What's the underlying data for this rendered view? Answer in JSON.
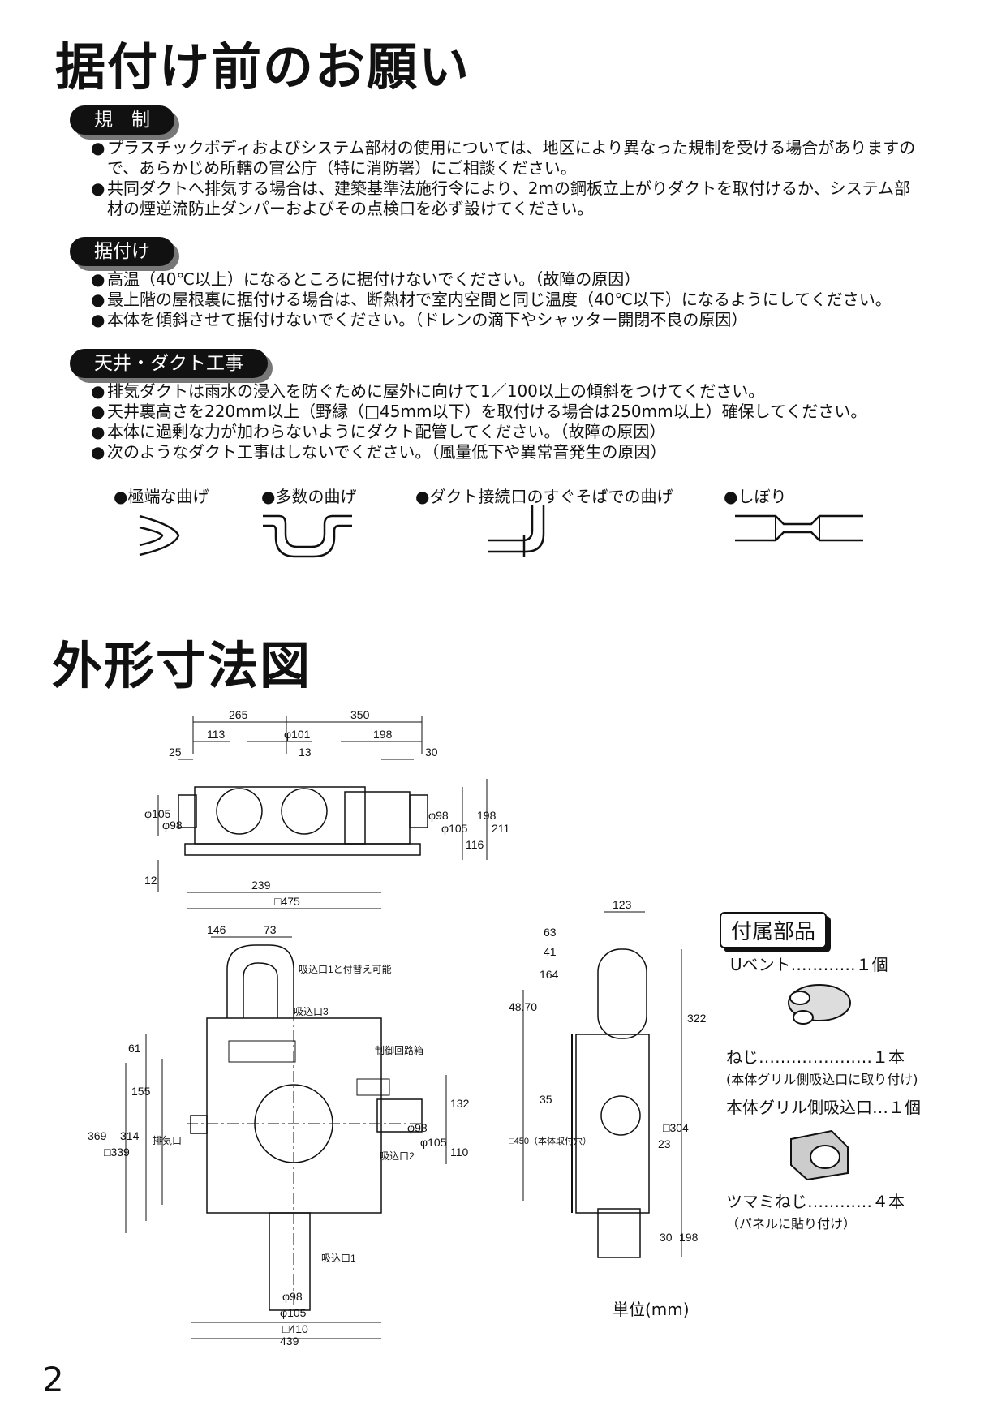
{
  "section1": {
    "title": "据付け前のお願い",
    "regulation": {
      "label": "規　制",
      "items": [
        {
          "line1": "プラスチックボディおよびシステム部材の使用については、地区により異なった規制を受ける場合がありますの",
          "line2": "で、あらかじめ所轄の官公庁（特に消防署）にご相談ください。"
        },
        {
          "line1": "共同ダクトへ排気する場合は、建築基準法施行令により、2mの鋼板立上がりダクトを取付けるか、システム部",
          "line2": "材の煙逆流防止ダンパーおよびその点検口を必ず設けてください。"
        }
      ]
    },
    "install": {
      "label": "据付け",
      "items": [
        "高温（40℃以上）になるところに据付けないでください。（故障の原因）",
        "最上階の屋根裏に据付ける場合は、断熱材で室内空間と同じ温度（40℃以下）になるようにしてください。",
        "本体を傾斜させて据付けないでください。（ドレンの滴下やシャッター開閉不良の原因）"
      ]
    },
    "duct": {
      "label": "天井・ダクト工事",
      "items": [
        "排気ダクトは雨水の浸入を防ぐために屋外に向けて1／100以上の傾斜をつけてください。",
        "天井裏高さを220mm以上（野縁（□45mm以下）を取付ける場合は250mm以上）確保してください。",
        "本体に過剰な力が加わらないようにダクト配管してください。（故障の原因）",
        "次のようなダクト工事はしないでください。（風量低下や異常音発生の原因）"
      ],
      "figures": [
        "●極端な曲げ",
        "●多数の曲げ",
        "●ダクト接続口のすぐそばでの曲げ",
        "●しぼり"
      ]
    }
  },
  "section2": {
    "title": "外形寸法図",
    "unit": "単位(mm)",
    "top_dims": [
      "265",
      "350",
      "113",
      "φ101",
      "198",
      "25",
      "13",
      "30",
      "φ105",
      "φ98",
      "φ98",
      "φ105",
      "116",
      "198",
      "211",
      "12",
      "239",
      "□475"
    ],
    "plan_dims": [
      "146",
      "73",
      "吸込口1と付替え可能",
      "吸込口3",
      "制御回路箱",
      "61",
      "155",
      "369",
      "□339",
      "314",
      "排気口",
      "132",
      "φ98",
      "φ105",
      "110",
      "吸込口2",
      "吸込口1",
      "φ98",
      "φ105",
      "□410",
      "439"
    ],
    "side_dims": [
      "123",
      "63",
      "41",
      "164",
      "48.70",
      "322",
      "35",
      "□450（本体取付穴）",
      "□304",
      "23",
      "30",
      "198"
    ],
    "accessories": {
      "title": "付属部品",
      "items": [
        {
          "name": "Uベント…………１個",
          "note": ""
        },
        {
          "name": "ねじ…………………１本",
          "note": "(本体グリル側吸込口に取り付け)"
        },
        {
          "name": "本体グリル側吸込口…１個",
          "note": ""
        },
        {
          "name": "ツマミねじ…………４本",
          "note": "（パネルに貼り付け）"
        }
      ]
    }
  },
  "page_number": "2"
}
